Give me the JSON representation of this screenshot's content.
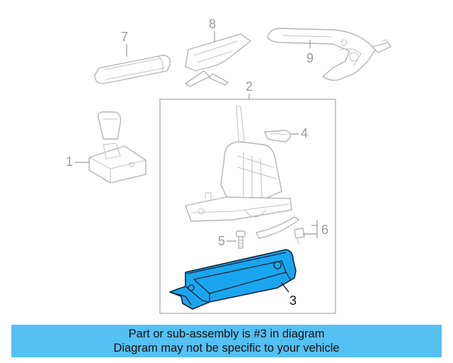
{
  "callouts": {
    "c1": "1",
    "c2": "2",
    "c3": "3",
    "c4": "4",
    "c5": "5",
    "c6": "6",
    "c7": "7",
    "c8": "8",
    "c9": "9"
  },
  "banner": {
    "line1": "Part or sub-assembly is #3 in diagram",
    "line2": "Diagram may not be specific to your vehicle"
  },
  "colors": {
    "highlight_part": "#1aa6ee",
    "banner_background": "#55c0f3",
    "line_art": "#b4b4b4"
  }
}
